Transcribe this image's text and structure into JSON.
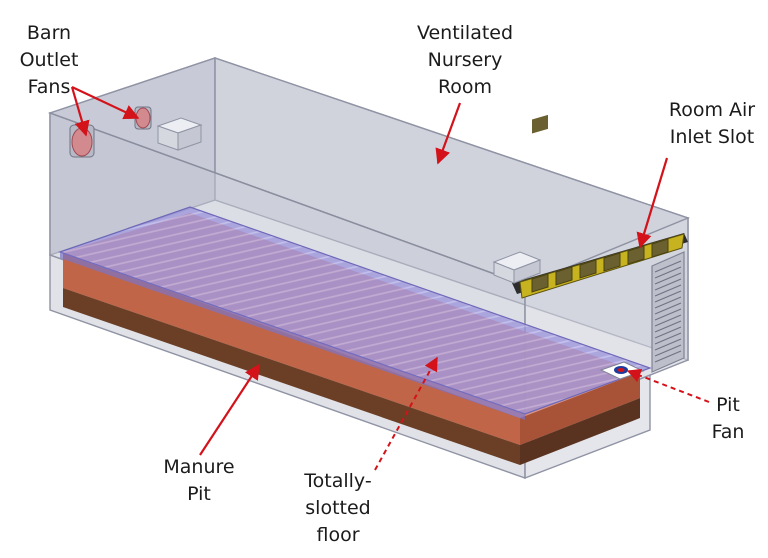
{
  "labels": {
    "barn_outlet_fans": [
      "Barn",
      "Outlet",
      "Fans"
    ],
    "ventilated_room": [
      "Ventilated",
      "Nursery",
      "Room"
    ],
    "room_air_inlet": [
      "Room Air",
      "Inlet Slot"
    ],
    "pit_fan": [
      "Pit",
      "Fan"
    ],
    "manure_pit": [
      "Manure",
      "Pit"
    ],
    "slotted_floor": [
      "Totally-",
      "slotted",
      "floor"
    ]
  },
  "colors": {
    "arrow": "#d3121a",
    "room_fill": "#c9ccd8",
    "floor_fill": "#8f86d6",
    "pit_top": "#d8836f",
    "pit_front": "#b5533f",
    "pit_bottom": "#6b3e26",
    "inlet_frame": "#c7b21f"
  }
}
